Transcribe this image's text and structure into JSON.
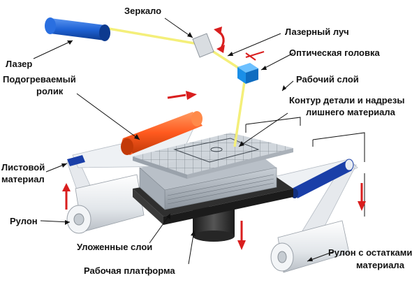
{
  "labels": {
    "mirror": "Зеркало",
    "laser_beam": "Лазерный луч",
    "laser": "Лазер",
    "optical_head": "Оптическая головка",
    "heated_roller_line1": "Подогреваемый",
    "heated_roller_line2": "ролик",
    "working_layer": "Рабочий слой",
    "contour_line1": "Контур детали и надрезы",
    "contour_line2": "лишнего материала",
    "sheet_material_line1": "Листовой",
    "sheet_material_line2": "материал",
    "roll": "Рулон",
    "stacked_layers": "Уложенные слои",
    "work_platform": "Рабочая платформа",
    "waste_roll_line1": "Рулон с остатками",
    "waste_roll_line2": "материала"
  },
  "colors": {
    "laser_body": "#1f63d6",
    "heated_roller": "#ff5a1f",
    "optical_head": "#1a8fe8",
    "beam": "#f4ef7a",
    "motion_arrows": "#d91e1e",
    "platform": "#2f2f2f",
    "sheet": "#eceff3",
    "roller_band": "#1a3fa8"
  },
  "icons": [
    "laser-icon",
    "mirror-icon",
    "optical-head-icon",
    "heated-roller-icon",
    "supply-roll-icon",
    "waste-roll-icon",
    "platform-icon"
  ]
}
